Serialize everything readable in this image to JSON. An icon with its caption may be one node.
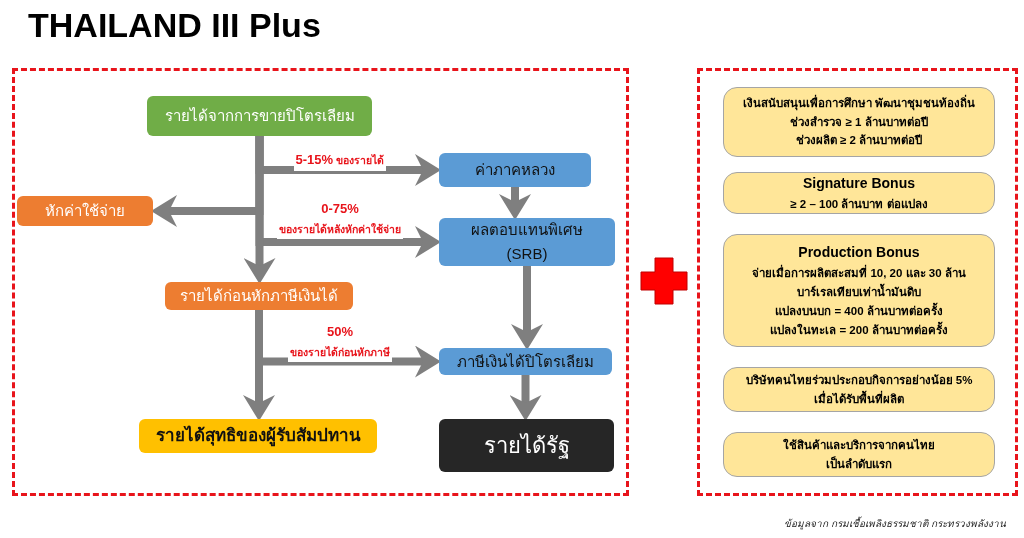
{
  "diagram": {
    "title": "THAILAND III Plus",
    "nodes": [
      {
        "text": [],
        "shape": "box"
      },
      {
        "text": [
          "รายได้จากการขายปิโตรเลียม"
        ],
        "in": 0
      },
      {
        "text": [
          "ค่าภาคหลวง"
        ],
        "in": 0
      },
      {
        "text": [
          "หักค่าใช้จ่าย"
        ],
        "in": 0
      },
      {
        "text": [
          "ผลตอบแทนพิเศษ (SRB)"
        ],
        "in": 0
      },
      {
        "text": [
          "รายได้ก่อนหักภาษีเงินได้"
        ],
        "in": 0
      },
      {
        "text": [
          "ภาษีเงินได้ปิโตรเลียม"
        ],
        "in": 0
      },
      {
        "text": [
          "รายได้สุทธิของผู้รับสัมปทาน"
        ],
        "in": 0
      },
      {
        "text": [
          "รายได้รัฐ"
        ],
        "in": 0
      },
      {
        "text": [],
        "shape": "box"
      },
      {
        "text": [
          "เงินสนับสนุนเพื่อการศึกษา พัฒนาชุมชนท้องถิ่น",
          "ช่วงสำรวจ ≥ 1 ล้านบาทต่อปี",
          "ช่วงผลิต ≥ 2 ล้านบาทต่อปี"
        ],
        "in": 9
      },
      {
        "text": [
          "Signature Bonus",
          "≥ 2 – 100 ล้านบาท ต่อแปลง"
        ],
        "in": 9
      },
      {
        "text": [
          "Production Bonus",
          "จ่ายเมื่อการผลิตสะสมที่ 10, 20 และ 30 ล้านบาร์เรลเทียบเท่าน้ำมันดิบ",
          "แปลงบนบก = 400 ล้านบาทต่อครั้ง",
          "แปลงในทะเล = 200 ล้านบาทต่อครั้ง"
        ],
        "in": 9
      },
      {
        "text": [
          "บริษัทคนไทยร่วมประกอบกิจการอย่างน้อย 5% เมื่อได้รับพื้นที่ผลิต"
        ],
        "in": 9
      },
      {
        "text": [
          "ใช้สินค้าและบริการจากคนไทยเป็นลำดับแรก"
        ],
        "in": 9
      }
    ],
    "edges": [
      {
        "from": 1,
        "to": 2,
        "arrow": "to",
        "label": "5-15% ของรายได้"
      },
      {
        "from": 1,
        "to": 3,
        "arrow": "to"
      },
      {
        "from": 1,
        "to": 4,
        "arrow": "to",
        "label": "0-75% ของรายได้หลังหักค่าใช้จ่าย"
      },
      {
        "from": 1,
        "to": 5,
        "arrow": "to"
      },
      {
        "from": 2,
        "to": 4,
        "arrow": "to"
      },
      {
        "from": 4,
        "to": 6,
        "arrow": "to"
      },
      {
        "from": 5,
        "to": 6,
        "arrow": "to",
        "label": "50% ของรายได้ก่อนหักภาษี"
      },
      {
        "from": 5,
        "to": 7,
        "arrow": "to"
      },
      {
        "from": 6,
        "to": 8,
        "arrow": "to"
      }
    ],
    "labels": [
      "ข้อมูลจาก กรมเชื้อเพลิงธรรมชาติ กระทรวงพลังงาน"
    ]
  }
}
